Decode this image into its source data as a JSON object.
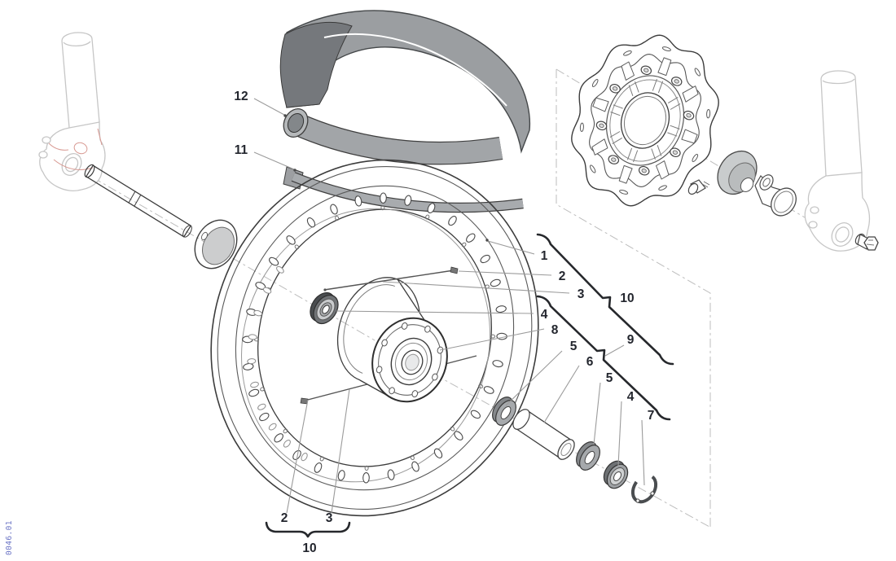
{
  "drawing": {
    "doc_number": "0046.01",
    "labels": [
      {
        "text": "12"
      },
      {
        "text": "11"
      },
      {
        "text": "1"
      },
      {
        "text": "2"
      },
      {
        "text": "3"
      },
      {
        "text": "10"
      },
      {
        "text": "4"
      },
      {
        "text": "8"
      },
      {
        "text": "9"
      },
      {
        "text": "5"
      },
      {
        "text": "6"
      },
      {
        "text": "5"
      },
      {
        "text": "4"
      },
      {
        "text": "7"
      },
      {
        "text": "2"
      },
      {
        "text": "3"
      },
      {
        "text": "10"
      }
    ],
    "colors": {
      "part_fill": "#9b9ea1",
      "part_fill_dark": "#75787c",
      "part_fill_light": "#dcdddd",
      "ghost": "#c6c6c6",
      "accent_red": "#d89a93",
      "label_text": "#23262e",
      "leader": "#9b9b9b",
      "bracket": "#26282c",
      "line": "#3c3c3c",
      "dash": "#bdbdbd",
      "doc_number": "#6d76c6",
      "background": "#ffffff"
    }
  }
}
